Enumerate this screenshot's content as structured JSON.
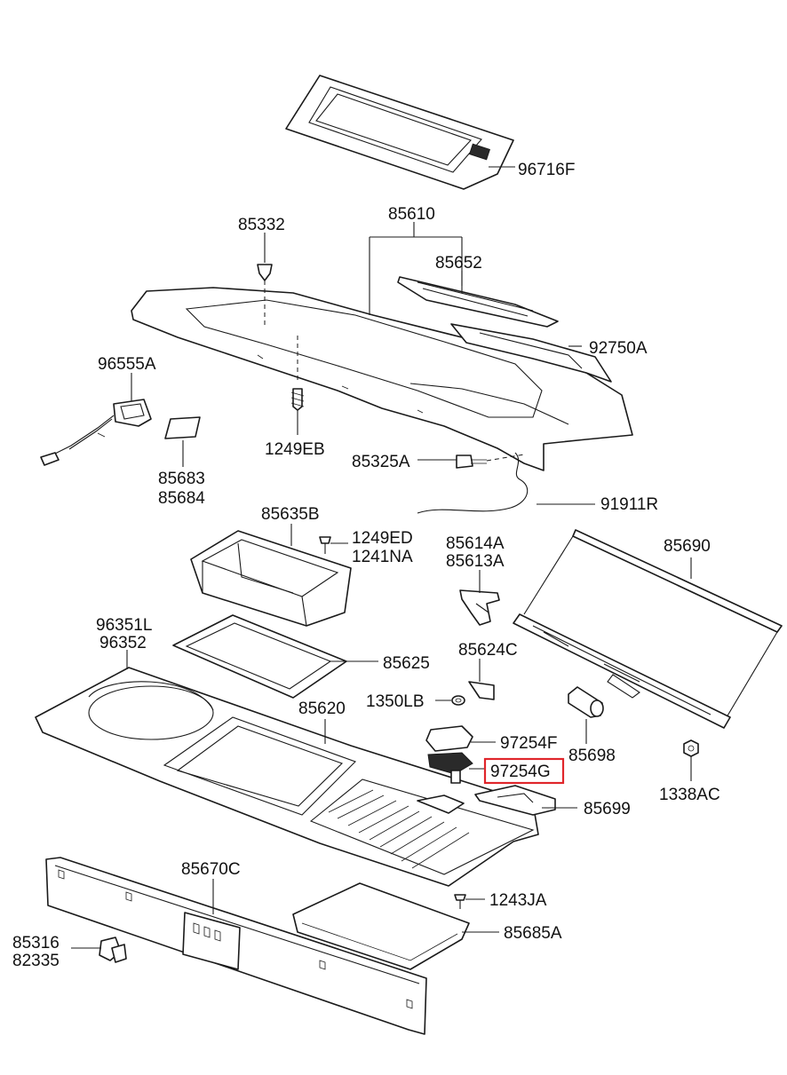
{
  "highlight_color": "#e0262b",
  "labels": {
    "p96716F": "96716F",
    "p85610": "85610",
    "p85332": "85332",
    "p85652": "85652",
    "p92750A": "92750A",
    "p96555A": "96555A",
    "p85683": "85683",
    "p85684": "85684",
    "p1249EB": "1249EB",
    "p85325A": "85325A",
    "p91911R": "91911R",
    "p85635B": "85635B",
    "p1249ED": "1249ED",
    "p1241NA": "1241NA",
    "p85614A": "85614A",
    "p85613A": "85613A",
    "p85690": "85690",
    "p96351L": "96351L",
    "p96352": "96352",
    "p85625": "85625",
    "p85624C": "85624C",
    "p1350LB": "1350LB",
    "p85620": "85620",
    "p97254F": "97254F",
    "p85698": "85698",
    "p97254G": "97254G",
    "p1338AC": "1338AC",
    "p85699": "85699",
    "p85670C": "85670C",
    "p1243JA": "1243JA",
    "p85685A": "85685A",
    "p85316": "85316",
    "p82335": "82335"
  }
}
